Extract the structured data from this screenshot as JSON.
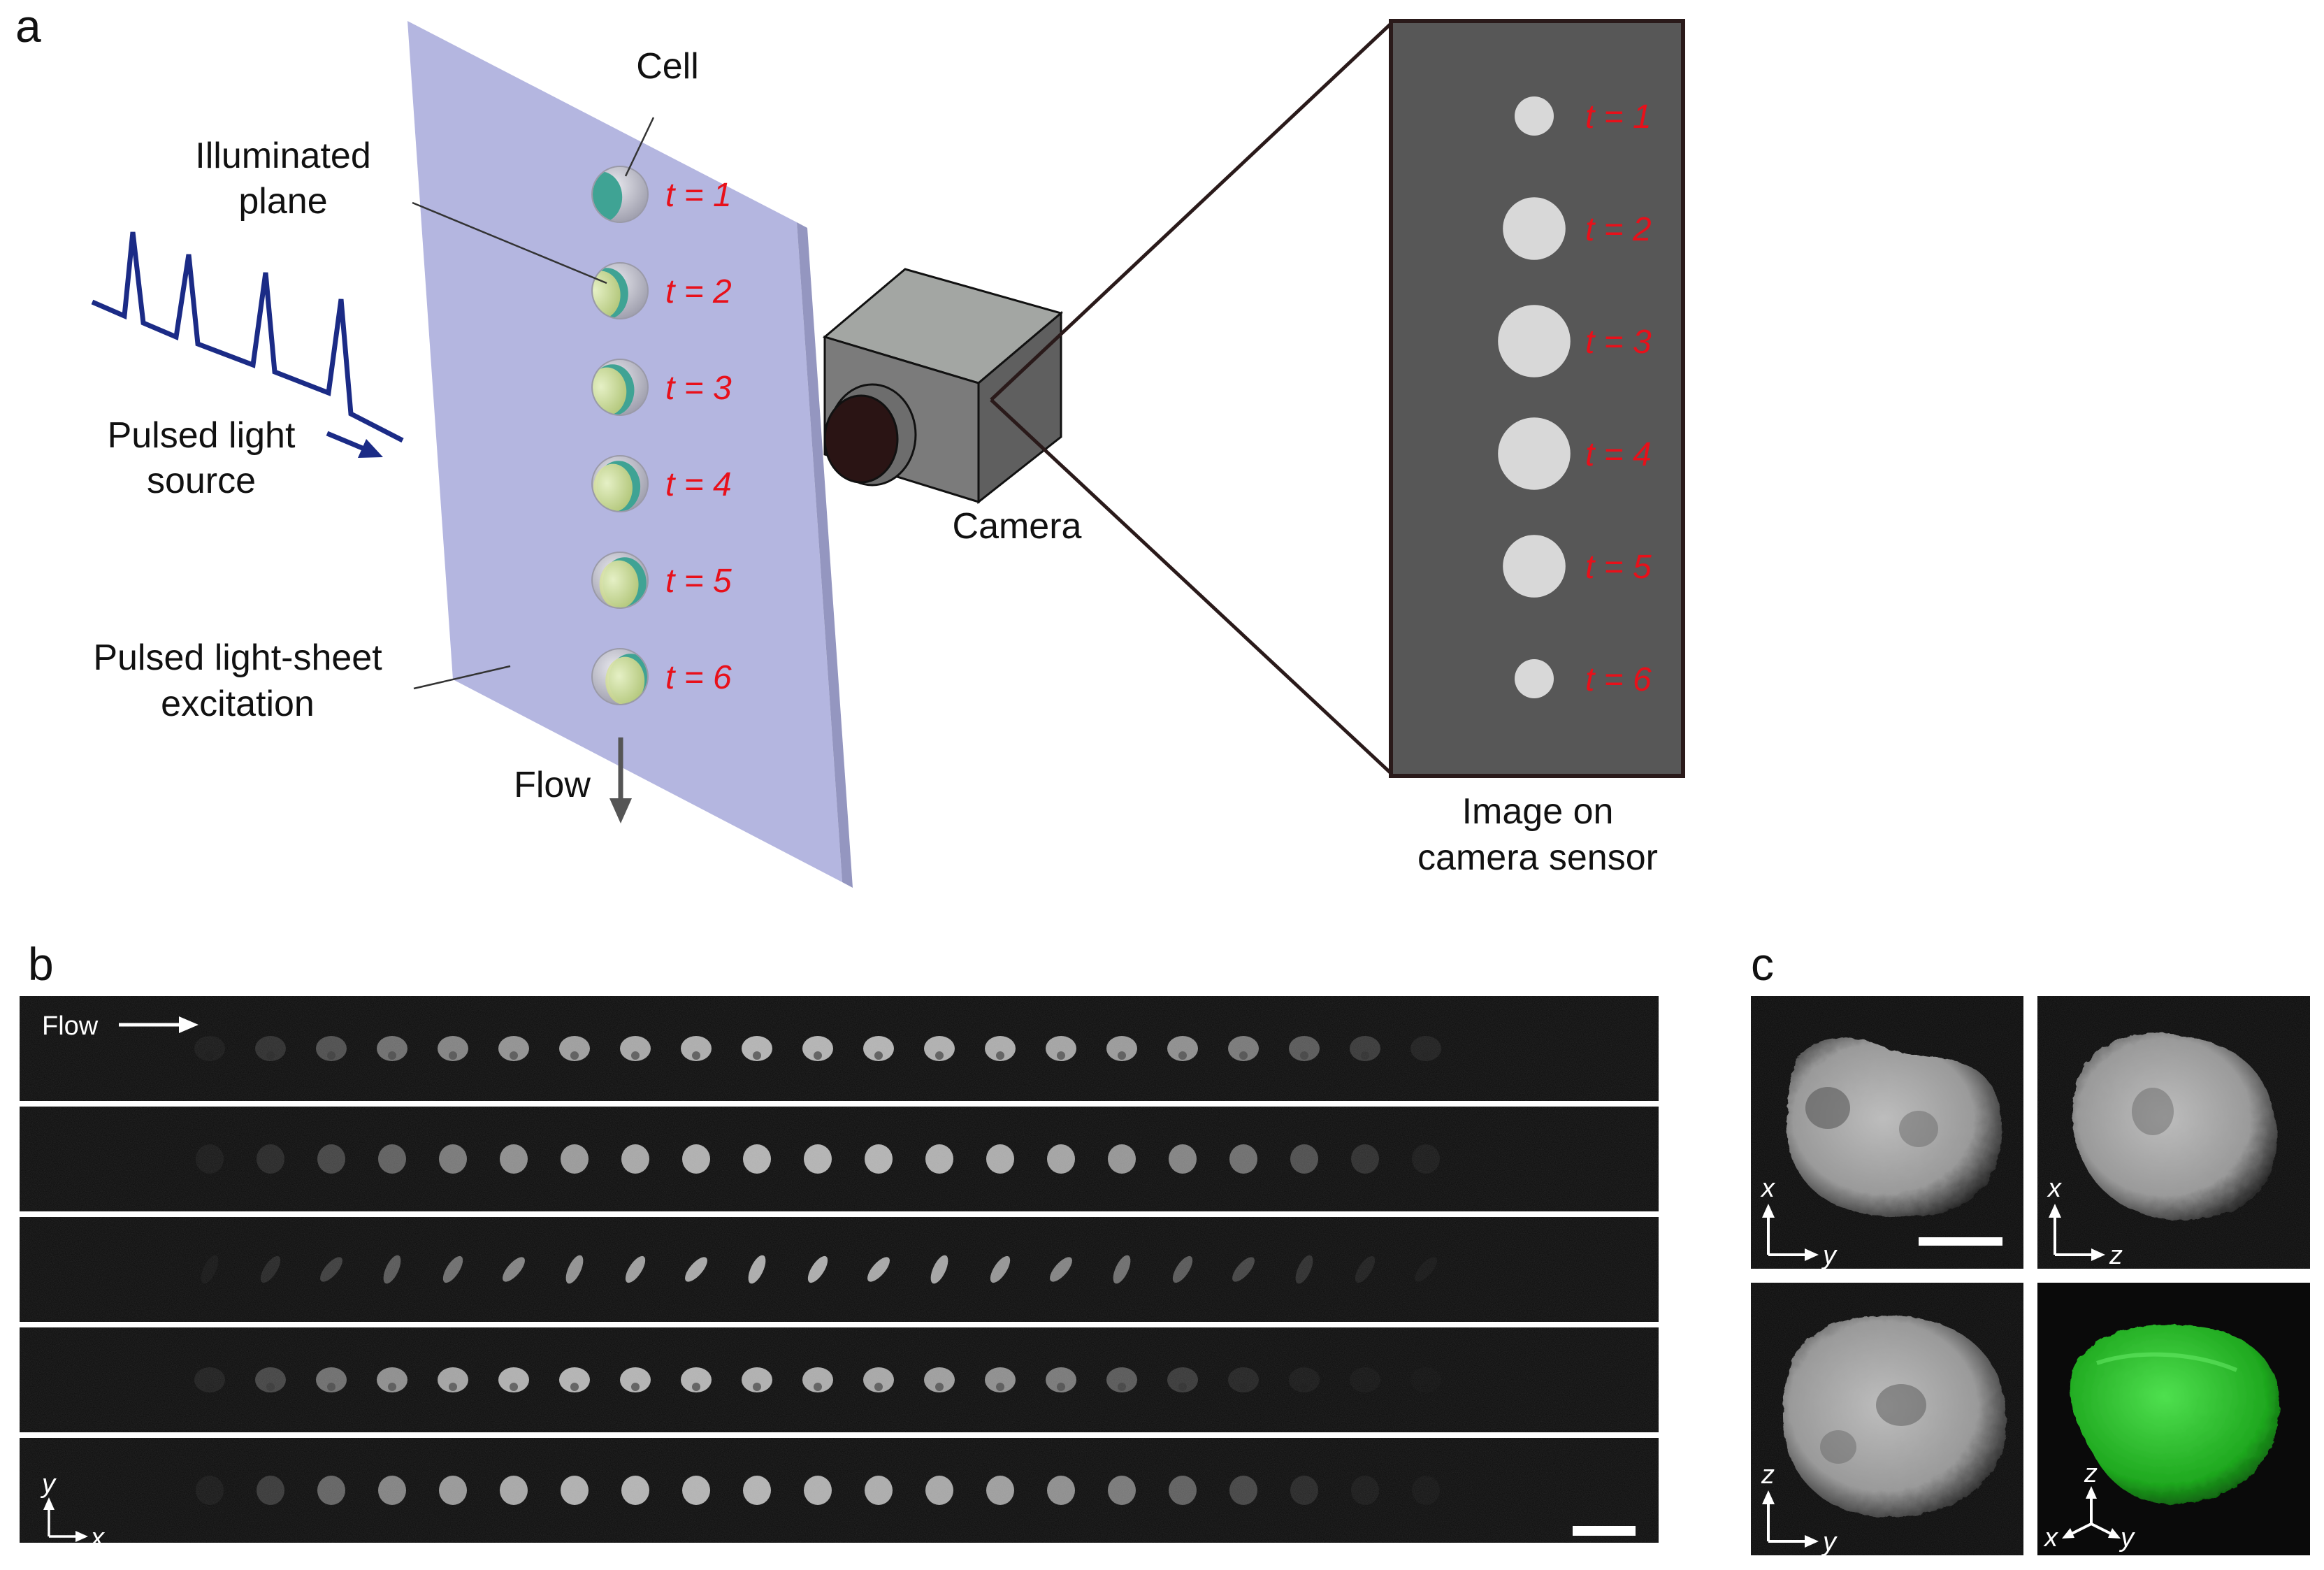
{
  "panel_a": {
    "letter": "a",
    "labels": {
      "cell": "Cell",
      "illuminated_plane": [
        "Illuminated",
        "plane"
      ],
      "pulsed_light_source": [
        "Pulsed light",
        "source"
      ],
      "pulsed_light_sheet": [
        "Pulsed light-sheet",
        "excitation"
      ],
      "flow": "Flow",
      "camera": "Camera",
      "image_on_sensor": [
        "Image on",
        "camera sensor"
      ]
    },
    "time_labels": [
      "t = 1",
      "t = 2",
      "t = 3",
      "t = 4",
      "t = 5",
      "t = 6"
    ],
    "sensor_spot_sizes": [
      1,
      1.6,
      1.85,
      1.85,
      1.6,
      1
    ],
    "colors": {
      "sheet": "#b4b6e0",
      "sheet_edge": "#9a9cc8",
      "cell_shell": "#b9b9c6",
      "cell_slice_teal": "#3fa394",
      "cell_slice_yellow": "#d9e4a0",
      "pulse_line": "#1b2b86",
      "time_label": "#e8101a",
      "camera_body": "#6d6d6d",
      "sensor": "#575757",
      "sensor_spot": "#d8d8d8"
    }
  },
  "panel_b": {
    "letter": "b",
    "flow_label": "Flow",
    "axis_labels": {
      "vertical": "y",
      "horizontal": "x"
    },
    "strips": [
      {
        "spots": [
          0.05,
          0.15,
          0.3,
          0.45,
          0.55,
          0.62,
          0.68,
          0.72,
          0.75,
          0.78,
          0.78,
          0.78,
          0.76,
          0.74,
          0.7,
          0.66,
          0.6,
          0.5,
          0.35,
          0.2,
          0.08
        ],
        "shape": "kidney"
      },
      {
        "spots": [
          0.05,
          0.12,
          0.25,
          0.38,
          0.5,
          0.6,
          0.66,
          0.72,
          0.76,
          0.78,
          0.78,
          0.78,
          0.76,
          0.74,
          0.7,
          0.64,
          0.55,
          0.45,
          0.3,
          0.15,
          0.06
        ],
        "shape": "round"
      },
      {
        "spots": [
          0.04,
          0.12,
          0.22,
          0.35,
          0.45,
          0.55,
          0.62,
          0.68,
          0.72,
          0.74,
          0.74,
          0.72,
          0.7,
          0.64,
          0.55,
          0.45,
          0.35,
          0.25,
          0.15,
          0.08,
          0.04
        ],
        "shape": "mitotic"
      },
      {
        "spots": [
          0.08,
          0.25,
          0.45,
          0.6,
          0.7,
          0.76,
          0.78,
          0.78,
          0.78,
          0.76,
          0.74,
          0.72,
          0.68,
          0.6,
          0.5,
          0.35,
          0.2,
          0.1,
          0.05,
          0.03,
          0.02
        ],
        "shape": "kidney"
      },
      {
        "spots": [
          0.05,
          0.2,
          0.4,
          0.55,
          0.65,
          0.72,
          0.76,
          0.78,
          0.78,
          0.78,
          0.76,
          0.74,
          0.72,
          0.68,
          0.6,
          0.5,
          0.38,
          0.25,
          0.12,
          0.05,
          0.03
        ],
        "shape": "round"
      }
    ],
    "colors": {
      "background": "#0b0b0b",
      "spot": "#e2e2e2"
    }
  },
  "panel_c": {
    "letter": "c",
    "views": [
      {
        "axes": [
          "x",
          "y"
        ]
      },
      {
        "axes": [
          "x",
          "z"
        ]
      },
      {
        "axes": [
          "z",
          "y"
        ]
      },
      {
        "axes": [
          "z",
          "x",
          "y"
        ]
      }
    ],
    "colors": {
      "background": "#0a0a0a",
      "nucleus_gray": "#c8c8c8",
      "nucleus_green": "#2fcf2f"
    }
  }
}
